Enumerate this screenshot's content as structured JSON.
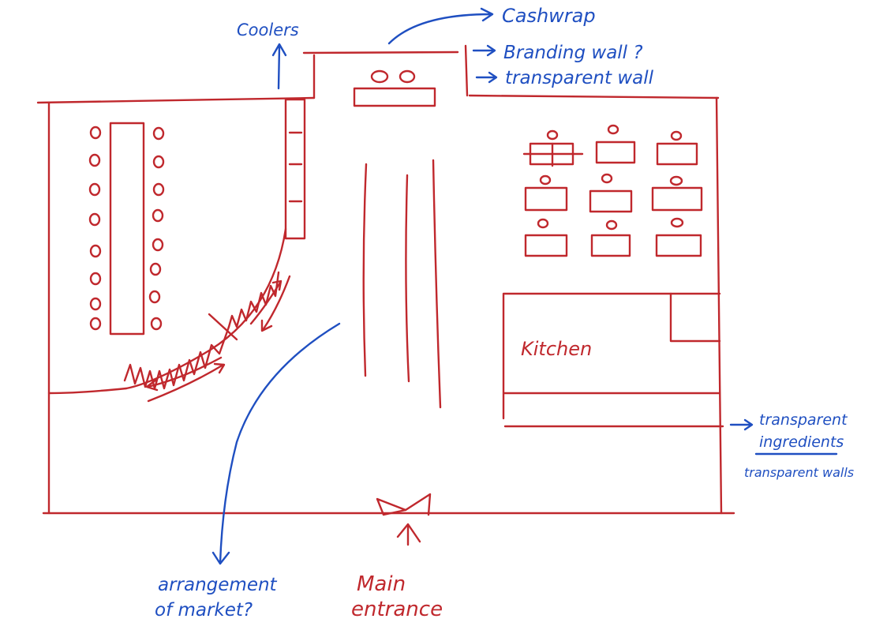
{
  "labels": {
    "coolers": "Coolers",
    "cashwrap": "Cashwrap",
    "branding_wall": "Branding wall ?",
    "transparent_wall_top": "transparent wall",
    "kitchen": "Kitchen",
    "transparent_ingredients_1": "transparent",
    "transparent_ingredients_2": "ingredients",
    "transparent_walls_right": "transparent walls",
    "arrangement_1": "arrangement",
    "arrangement_2": "of market?",
    "main_1": "Main",
    "main_2": "entrance"
  },
  "colors": {
    "plan_lines": "#c0282d",
    "annotations": "#1f4fc1"
  }
}
